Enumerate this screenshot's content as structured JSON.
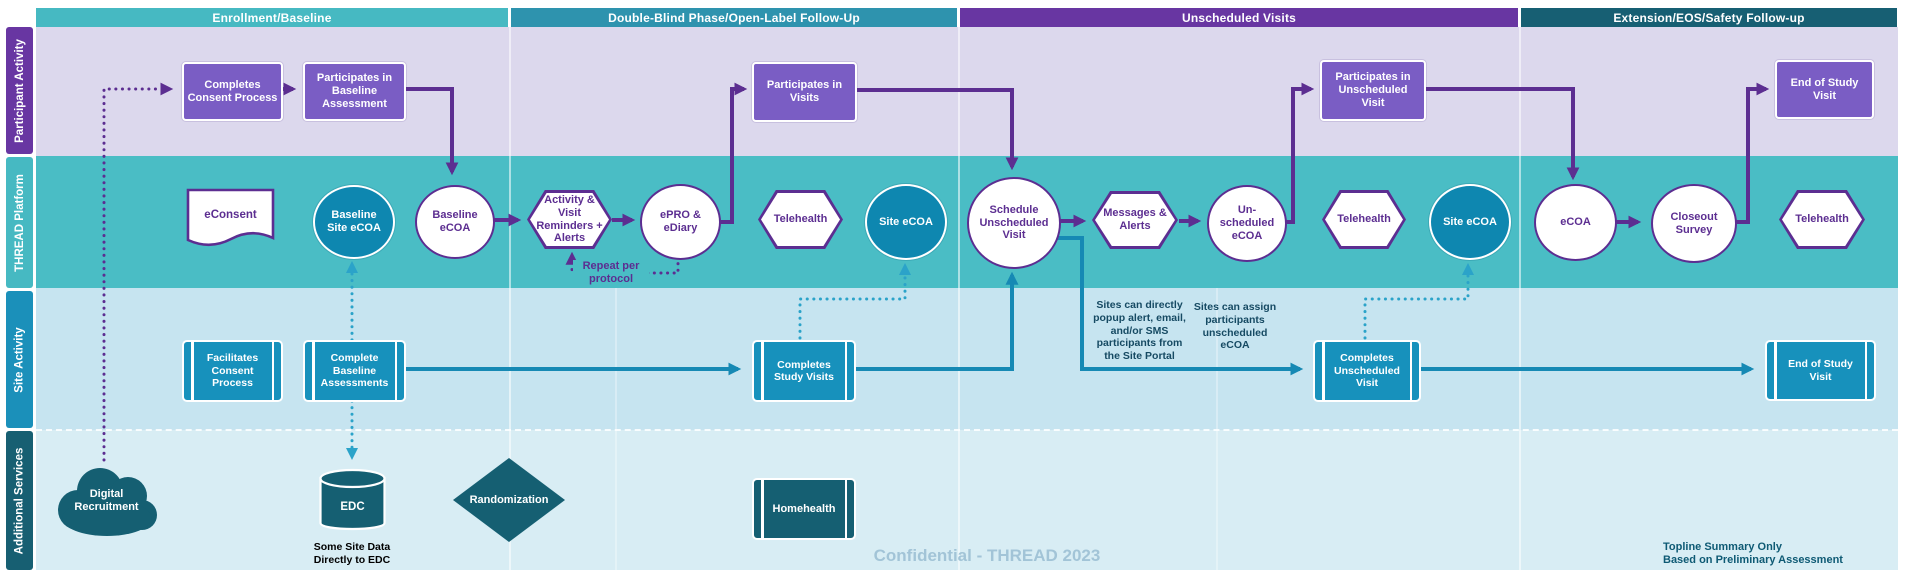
{
  "header": {
    "phases": [
      {
        "label": "Enrollment/Baseline"
      },
      {
        "label": "Double-Blind Phase/Open-Label Follow-Up"
      },
      {
        "label": "Unscheduled Visits"
      },
      {
        "label": "Extension/EOS/Safety Follow-up"
      }
    ]
  },
  "lanes": [
    {
      "label": "Participant Activity"
    },
    {
      "label": "THREAD Platform"
    },
    {
      "label": "Site Activity"
    },
    {
      "label": "Additional Services"
    }
  ],
  "nodes": {
    "completes_consent": "Completes Consent Process",
    "participates_baseline": "Participates in Baseline Assessment",
    "participates_visits": "Participates in Visits",
    "participates_unscheduled": "Participates in Unscheduled Visit",
    "end_of_study_participant": "End of Study Visit",
    "econsent": "eConsent",
    "baseline_site_ecoa": "Baseline Site eCOA",
    "baseline_ecoa": "Baseline eCOA",
    "activity_reminders": "Activity & Visit Reminders + Alerts",
    "epro_ediary": "ePRO & eDiary",
    "telehealth_1": "Telehealth",
    "site_ecoa_1": "Site eCOA",
    "schedule_unscheduled": "Schedule Unscheduled Visit",
    "messages_alerts": "Messages & Alerts",
    "unscheduled_ecoa": "Un-scheduled eCOA",
    "telehealth_2": "Telehealth",
    "site_ecoa_2": "Site eCOA",
    "ecoa": "eCOA",
    "closeout_survey": "Closeout Survey",
    "telehealth_3": "Telehealth",
    "facilitates_consent": "Facilitates Consent Process",
    "complete_baseline_assessments": "Complete Baseline Assessments",
    "completes_study_visits": "Completes Study Visits",
    "completes_unscheduled_visit": "Completes Unscheduled Visit",
    "end_of_study_site": "End of Study Visit",
    "digital_recruitment": "Digital Recruitment",
    "edc": "EDC",
    "randomization": "Randomization",
    "homehealth": "Homehealth"
  },
  "annotations": {
    "repeat_protocol": "Repeat per protocol",
    "edc_note": "Some Site Data Directly to EDC",
    "sites_popup": "Sites can directly popup alert, email, and/or SMS participants from the Site Portal",
    "sites_assign": "Sites can assign participants unscheduled eCOA",
    "confidential": "Confidential - THREAD 2023",
    "topline_1": "Topline Summary Only",
    "topline_2": "Based on Preliminary Assessment"
  },
  "palette": {
    "phase_enrollment": "#46b9c2",
    "phase_double_blind": "#2e93ae",
    "phase_unscheduled": "#6836a2",
    "phase_extension": "#175f73",
    "lane_participant_bg": "#dcd8ed",
    "lane_thread_bg": "#4abdc5",
    "lane_site_bg": "#c6e4f0",
    "lane_additional_bg": "#d8edf4",
    "lane_site_label": "#1b90ba",
    "purple_node": "#7a5dc4",
    "purple_line": "#5c2e91",
    "site_node": "#1791bc",
    "teal_circle": "#0e87b0",
    "dark_teal_node": "#155f72",
    "teal_line": "#1689b4",
    "teal_dotted": "#2ba3c9",
    "confidential_text": "#a2c4d7",
    "topline_text": "#0e5a74",
    "site_note_text": "#164a63"
  }
}
